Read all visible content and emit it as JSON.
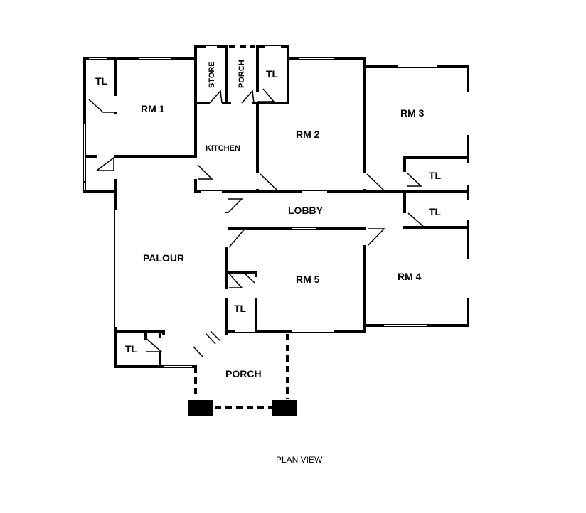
{
  "rooms": {
    "rm1": "RM 1",
    "rm2": "RM 2",
    "rm3": "RM 3",
    "rm4": "RM 4",
    "rm5": "RM 5",
    "kitchen": "KITCHEN",
    "store": "STORE",
    "porch_small": "PORCH",
    "lobby": "LOBBY",
    "palour": "PALOUR",
    "porch_main": "PORCH",
    "tl_rm1": "TL",
    "tl_rm2": "TL",
    "tl_rm3": "TL",
    "tl_rm4": "TL",
    "tl_rm5": "TL",
    "tl_palour": "TL"
  },
  "caption": "PLAN VIEW"
}
